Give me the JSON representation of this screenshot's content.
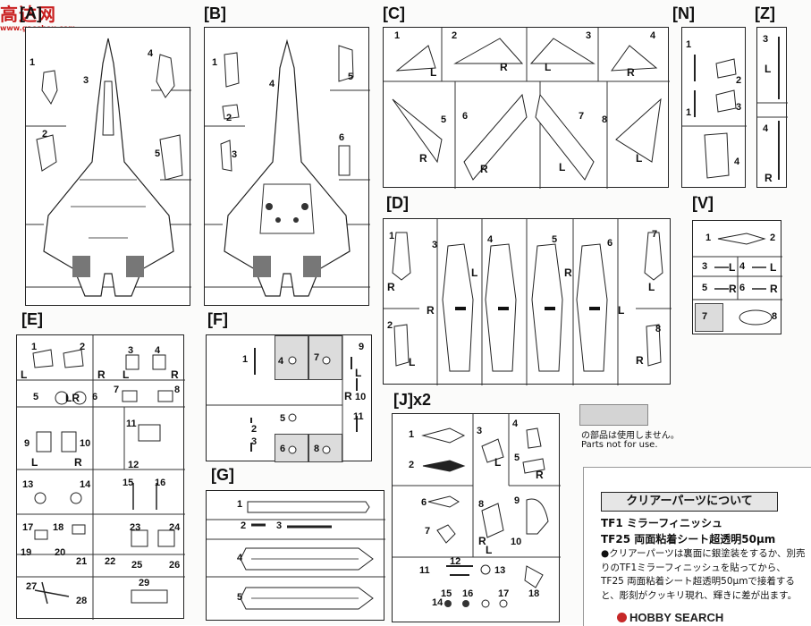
{
  "watermark": {
    "logo_text": "高达网",
    "url": "www.gaoshou.com"
  },
  "runners": {
    "A": {
      "label": "[A]",
      "parts": [
        "1",
        "2",
        "3",
        "4",
        "5"
      ]
    },
    "B": {
      "label": "[B]",
      "parts": [
        "1",
        "2",
        "3",
        "4",
        "5",
        "6"
      ]
    },
    "C": {
      "label": "[C]",
      "parts": [
        "1",
        "2",
        "3",
        "4",
        "5",
        "6",
        "7",
        "8"
      ]
    },
    "N": {
      "label": "[N]",
      "parts": [
        "1",
        "1",
        "2",
        "3",
        "4"
      ]
    },
    "Z": {
      "label": "[Z]",
      "parts": [
        "3",
        "4"
      ]
    },
    "D": {
      "label": "[D]",
      "parts": [
        "1",
        "2",
        "3",
        "4",
        "5",
        "6",
        "7",
        "8"
      ]
    },
    "V": {
      "label": "[V]",
      "parts": [
        "1",
        "2",
        "3",
        "4",
        "5",
        "6",
        "7",
        "8"
      ]
    },
    "E": {
      "label": "[E]"
    },
    "F": {
      "label": "[F]"
    },
    "G": {
      "label": "[G]"
    },
    "J": {
      "label": "[J]x2"
    }
  },
  "side_letters": {
    "L": "L",
    "R": "R"
  },
  "legend": {
    "jp": "の部品は使用しません。",
    "en": "Parts not for use."
  },
  "clear_note": {
    "title": "クリアーパーツについて",
    "line1": "TF1 ミラーフィニッシュ",
    "line2": "TF25 両面粘着シート超透明50μm",
    "body": "●クリアーパーツは裏面に銀塗装をするか、別売りのTF1ミラーフィニッシュを貼ってから、TF25 両面粘着シート超透明50μmで接着すると、彫刻がクッキリ現れ、輝きに差が出ます。"
  },
  "credit": {
    "text": "HOBBY SEARCH"
  }
}
